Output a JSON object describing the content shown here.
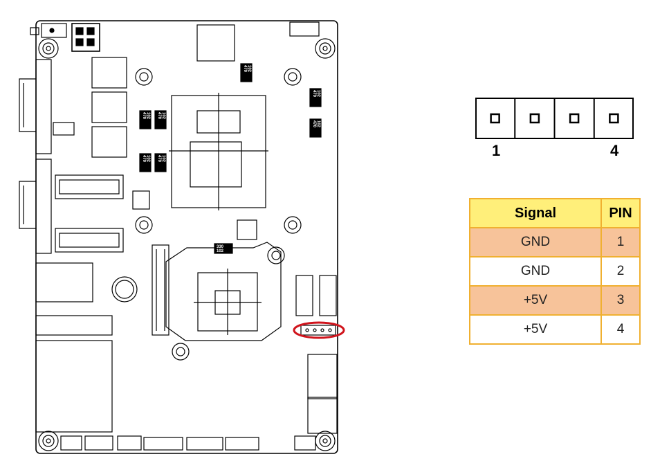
{
  "board": {
    "chip_labels": [
      "470",
      "102",
      "470",
      "102",
      "470",
      "102",
      "470",
      "102",
      "470",
      "102",
      "470",
      "102",
      "470",
      "102",
      "330",
      "102"
    ]
  },
  "header": {
    "pin_count": 4,
    "label_first": "1",
    "label_last": "4"
  },
  "table": {
    "headers": [
      "Signal",
      "PIN"
    ],
    "rows": [
      {
        "signal": "GND",
        "pin": "1"
      },
      {
        "signal": "GND",
        "pin": "2"
      },
      {
        "signal": "+5V",
        "pin": "3"
      },
      {
        "signal": "+5V",
        "pin": "4"
      }
    ]
  },
  "colors": {
    "header_bg": "#ffef7a",
    "border": "#f0b030",
    "row_shade": "#f7c39a",
    "highlight_ring": "#d0141c"
  }
}
